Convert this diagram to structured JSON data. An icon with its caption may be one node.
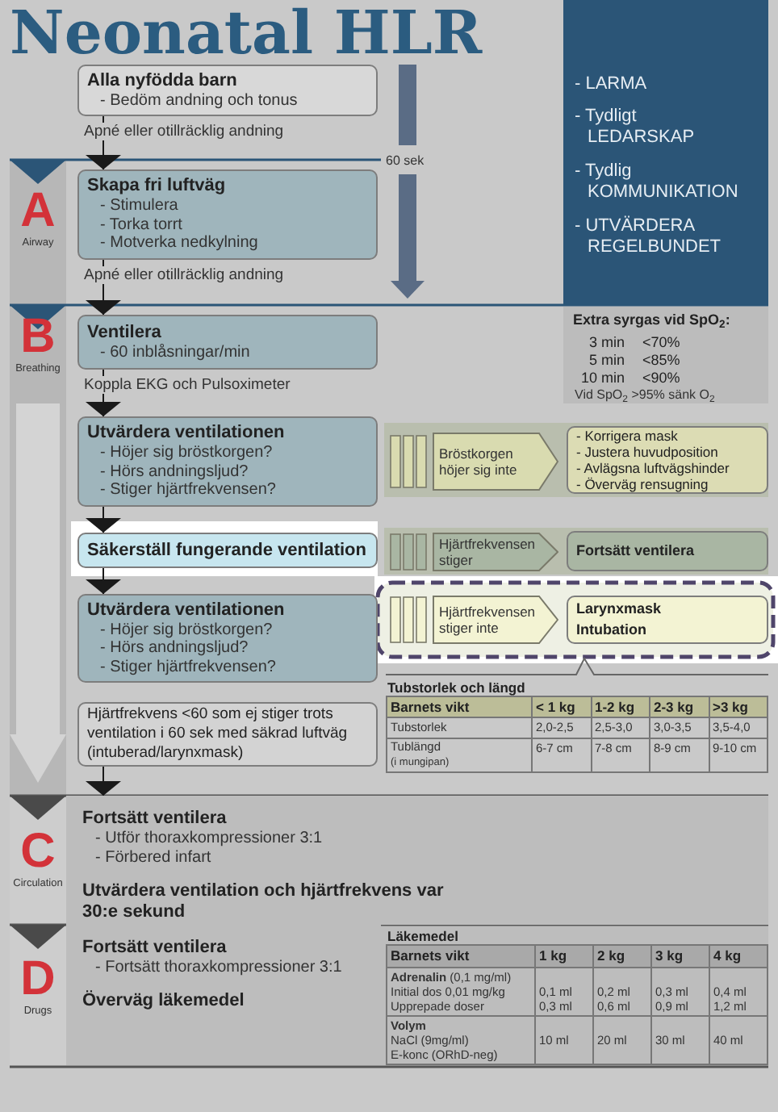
{
  "diagram": {
    "title": "Neonatal HLR",
    "nodes": [
      {
        "text": [
          "Alla nyfödda barn",
          "- Bedöm andning och tonus"
        ]
      },
      {
        "text": [
          "Skapa fri luftväg",
          "- Stimulera",
          "- Torka torrt",
          "- Motverka nedkylning"
        ]
      },
      {
        "text": [
          "Ventilera",
          "- 60 inblåsningar/min"
        ]
      },
      {
        "text": [
          "Utvärdera ventilationen",
          "- Höjer sig bröstkorgen?",
          "- Hörs andningsljud?",
          "- Stiger hjärtfrekvensen?"
        ]
      },
      {
        "text": [
          "Bröstkorgen höjer sig inte"
        ]
      },
      {
        "text": [
          "- Korrigera mask",
          "- Justera huvudposition",
          "- Avlägsna luftvägshinder",
          "- Överväg rensugning"
        ]
      },
      {
        "text": [
          "Säkerställ fungerande ventilation"
        ]
      },
      {
        "text": [
          "Hjärtfrekvensen stiger"
        ]
      },
      {
        "text": [
          "Fortsätt ventilera"
        ]
      },
      {
        "text": [
          "Utvärdera ventilationen",
          "- Höjer sig bröstkorgen?",
          "- Hörs andningsljud?",
          "- Stiger hjärtfrekvensen?"
        ]
      },
      {
        "text": [
          "Hjärtfrekvensen stiger inte"
        ]
      },
      {
        "text": [
          "Larynxmask Intubation"
        ]
      },
      {
        "text": [
          "Hjärtfrekvens <60 som ej stiger trots ventilation i 60 sek med säkrad luftväg (intuberad/larynxmask)"
        ]
      },
      {
        "text": [
          "Fortsätt ventilera",
          "- Utför thoraxkompressioner 3:1",
          "- Förbered infart",
          "Utvärdera ventilation och hjärtfrekvens var 30:e sekund"
        ]
      },
      {
        "text": [
          "Fortsätt ventilera",
          "- Fortsätt thoraxkompressioner 3:1",
          "Överväg läkemedel"
        ]
      }
    ],
    "edges": [
      {
        "from": 0,
        "to": 1,
        "arrow": "to",
        "label": "Apné eller otillräcklig andning"
      },
      {
        "from": 1,
        "to": 2,
        "arrow": "to",
        "label": "Apné eller otillräcklig andning"
      },
      {
        "from": 2,
        "to": 3,
        "arrow": "to",
        "label": "Koppla EKG och Pulsoximeter"
      },
      {
        "from": 3,
        "to": 6,
        "arrow": "to"
      },
      {
        "from": 6,
        "to": 9,
        "arrow": "to"
      },
      {
        "from": 12,
        "to": 13,
        "arrow": "to"
      }
    ],
    "labels": [
      "60 sek",
      "- LARMA",
      "- Tydligt LEDARSKAP",
      "- Tydlig KOMMUNIKATION",
      "- UTVÄRDERA REGELBUNDET",
      "A",
      "Airway",
      "B",
      "Breathing",
      "C",
      "Circulation",
      "D",
      "Drugs",
      "Extra syrgas vid SpO$_{2}$:",
      "3 min",
      "<70%",
      "5 min",
      "<85%",
      "10 min",
      "<90%",
      "Vid SpO$_{2}$ >95% sänk O$_{2}$",
      "Tubstorlek och längd",
      "Barnets vikt",
      "< 1 kg",
      "1-2 kg",
      "2-3 kg",
      ">3 kg",
      "Tubstorlek",
      "2,0-2,5",
      "2,5-3,0",
      "3,0-3,5",
      "3,5-4,0",
      "Tublängd",
      "(i mungipan)",
      "6-7 cm",
      "7-8 cm",
      "8-9 cm",
      "9-10 cm",
      "Läkemedel",
      "Barnets vikt",
      "1 kg",
      "2 kg",
      "3 kg",
      "4 kg",
      "**Adrenalin** (0,1 mg/ml)",
      "Initial dos 0,01 mg/kg",
      "Upprepade doser",
      "0,1 ml",
      "0,3 ml",
      "0,2 ml",
      "0,6 ml",
      "0,3 ml",
      "0,9 ml",
      "0,4 ml",
      "1,2 ml",
      "Volym",
      "NaCl (9mg/ml)",
      "E-konc (ORhD-neg)",
      "10 ml",
      "20 ml",
      "30 ml",
      "40 ml"
    ]
  }
}
